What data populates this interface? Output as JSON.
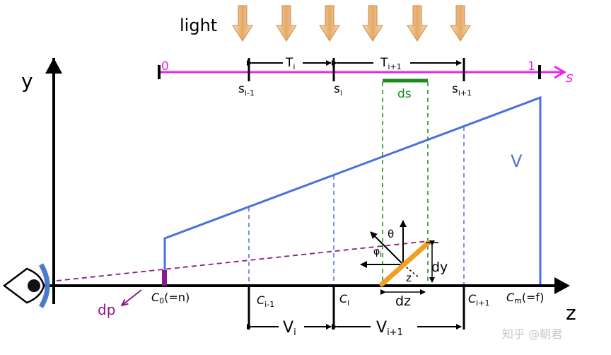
{
  "labels": {
    "light": "light",
    "y_axis": "y",
    "z_axis": "z",
    "s_axis": "s",
    "s_zero": "0",
    "s_one": "1",
    "T_i": "T",
    "T_i_sub": "i",
    "T_i1": "T",
    "T_i1_sub": "i+1",
    "s_im1": "s",
    "s_im1_sub": "i-1",
    "s_i": "s",
    "s_i_sub": "i",
    "s_ip1": "s",
    "s_ip1_sub": "i+1",
    "ds": "ds",
    "V": "V",
    "theta": "θ",
    "phi": "φ",
    "phi_sub": "i",
    "dy": "dy",
    "z_small": "z",
    "dz": "dz",
    "dp": "dp",
    "C0": "C",
    "C0_sub": "0",
    "C0_suffix": "(=n)",
    "Cim1": "C",
    "Cim1_sub": "i-1",
    "Ci": "C",
    "Ci_sub": "i",
    "Cip1": "C",
    "Cip1_sub": "i+1",
    "Cm": "C",
    "Cm_sub": "m",
    "Cm_suffix": "(=f)",
    "V_i": "V",
    "V_i_sub": "i",
    "V_i1": "V",
    "V_i1_sub": "i+1",
    "watermark": "知乎 @朝君"
  },
  "colors": {
    "axis": "#000000",
    "s_axis": "#ee22ee",
    "volume": "#4a6fe0",
    "ds_box": "#1a8a1a",
    "dp": "#8a1a8a",
    "segment": "#f0a020",
    "arrow_light": "#e8b070",
    "eye_blue": "#4a7acc",
    "watermark": "#c8c8c8"
  }
}
